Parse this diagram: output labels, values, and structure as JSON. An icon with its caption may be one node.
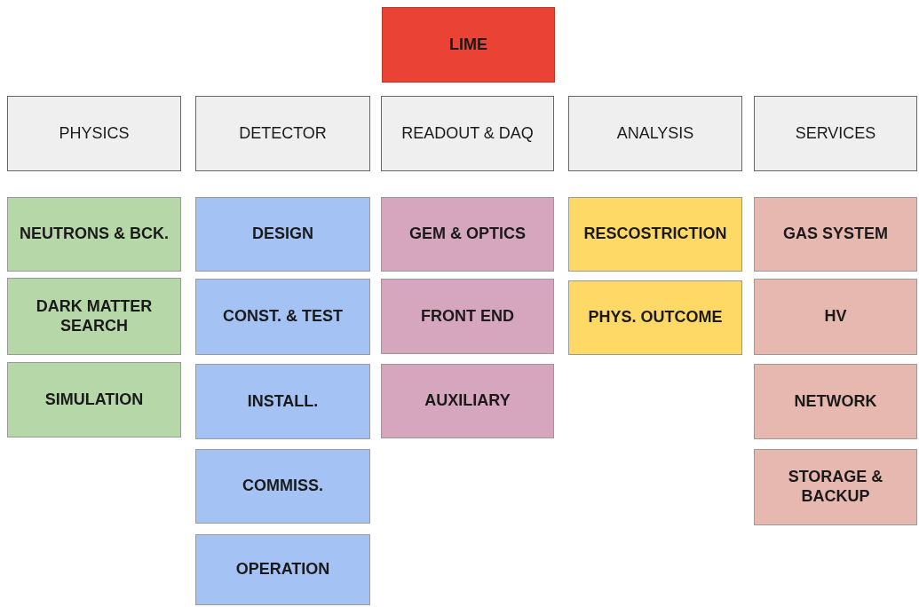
{
  "diagram": {
    "nodes": [
      {
        "text": [
          "LIME"
        ]
      },
      {
        "text": [
          "PHYSICS"
        ]
      },
      {
        "text": [
          "DETECTOR"
        ]
      },
      {
        "text": [
          "READOUT & DAQ"
        ]
      },
      {
        "text": [
          "ANALYSIS"
        ]
      },
      {
        "text": [
          "SERVICES"
        ]
      },
      {
        "text": [
          "NEUTRONS & BCK."
        ]
      },
      {
        "text": [
          "DARK MATTER SEARCH"
        ]
      },
      {
        "text": [
          "SIMULATION"
        ]
      },
      {
        "text": [
          "DESIGN"
        ]
      },
      {
        "text": [
          "CONST. & TEST"
        ]
      },
      {
        "text": [
          "INSTALL."
        ]
      },
      {
        "text": [
          "COMMISS."
        ]
      },
      {
        "text": [
          "OPERATION"
        ]
      },
      {
        "text": [
          "GEM & OPTICS"
        ]
      },
      {
        "text": [
          "FRONT END"
        ]
      },
      {
        "text": [
          "AUXILIARY"
        ]
      },
      {
        "text": [
          "RESCOSTRICTION"
        ]
      },
      {
        "text": [
          "PHYS. OUTCOME"
        ]
      },
      {
        "text": [
          "GAS SYSTEM"
        ]
      },
      {
        "text": [
          "HV"
        ]
      },
      {
        "text": [
          "NETWORK"
        ]
      },
      {
        "text": [
          "STORAGE & BACKUP"
        ]
      }
    ]
  }
}
